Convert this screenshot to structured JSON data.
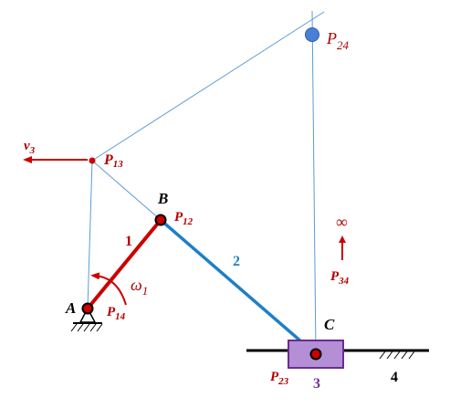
{
  "colors": {
    "link1": "#cc0000",
    "link2": "#1e7fc8",
    "thin_line": "#5b9bd5",
    "slider_fill": "#b48fd6",
    "slider_stroke": "#6a2c91",
    "label_red": "#b00000",
    "label_blue": "#1e7fc8",
    "label_purple": "#7030a0",
    "label_black": "#000000",
    "pole_fill": "#4a7fd6",
    "pin_fill": "#cc0000"
  },
  "labels": {
    "v3_base": "v",
    "v3_sub": "3",
    "P13_base": "P",
    "P13_sub": "13",
    "P24_base": "P",
    "P24_sub": "24",
    "P12_base": "P",
    "P12_sub": "12",
    "P14_base": "P",
    "P14_sub": "14",
    "P23_base": "P",
    "P23_sub": "23",
    "P34_base": "P",
    "P34_sub": "34",
    "infinity": "∞",
    "omega_base": "ω",
    "omega_sub": "1",
    "A": "A",
    "B": "B",
    "C": "C",
    "link1": "1",
    "link2": "2",
    "link3": "3",
    "link4": "4"
  }
}
